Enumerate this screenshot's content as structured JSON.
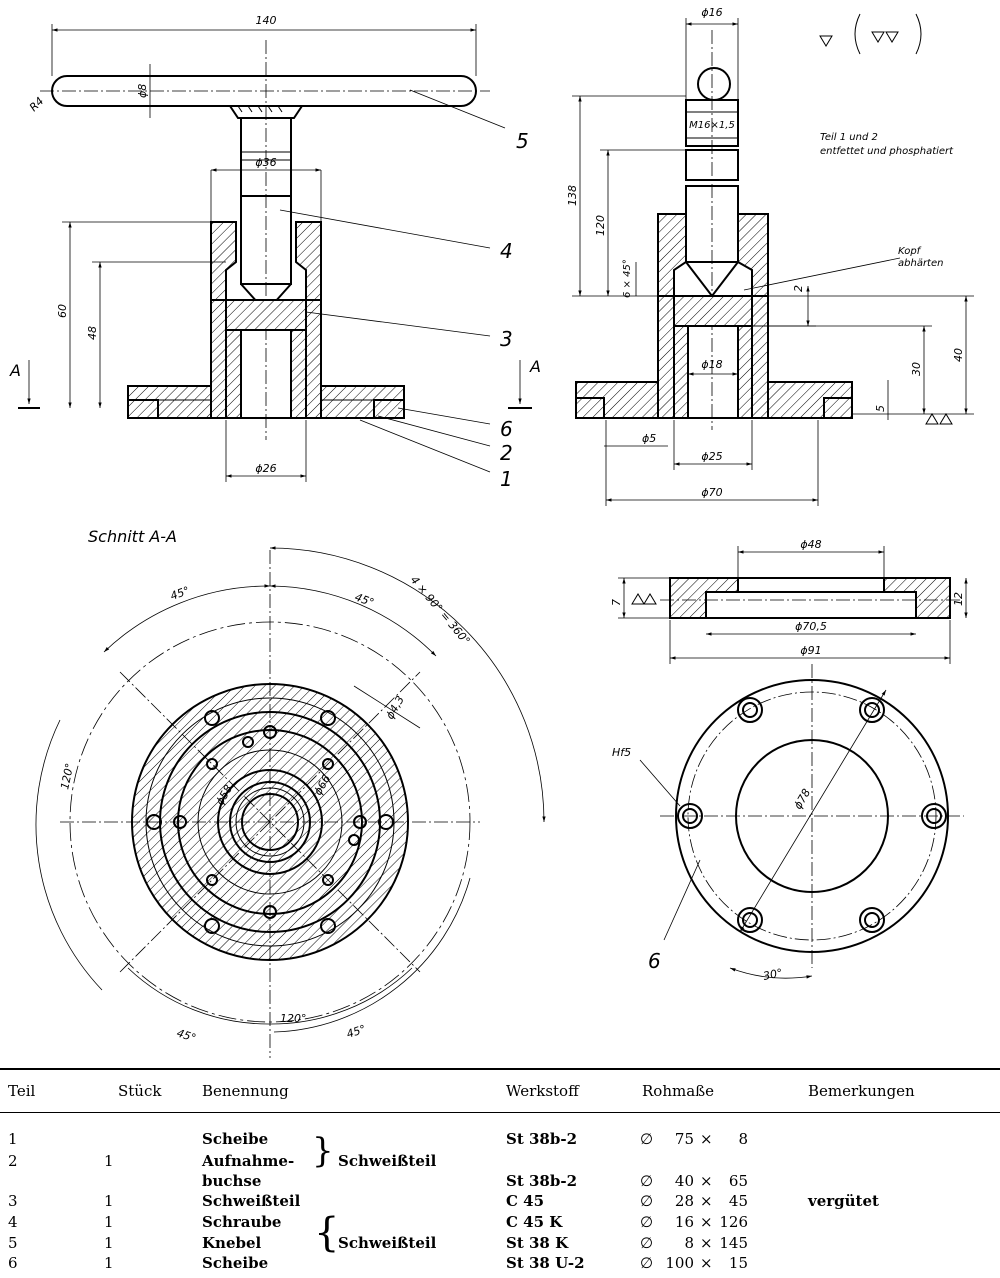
{
  "drawing": {
    "dimensions": {
      "d140": "140",
      "dR4": "R4",
      "dphi8": "ϕ8",
      "dphi36": "ϕ36",
      "d60": "60",
      "d48": "48",
      "dphi26": "ϕ26",
      "dphi16": "ϕ16",
      "dM16": "M16×1,5",
      "d138": "138",
      "d120": "120",
      "d6x45": "6 × 45°",
      "d2": "2",
      "dphi18": "ϕ18",
      "d30": "30",
      "d40": "40",
      "d5": "5",
      "dphi5": "ϕ5",
      "dphi25": "ϕ25",
      "dphi70": "ϕ70",
      "dphi48": "ϕ48",
      "d7": "7",
      "d12": "12",
      "dphi70_5": "ϕ70,5",
      "dphi91": "ϕ91",
      "d45a": "45°",
      "d45b": "45°",
      "d4x90": "4 × 90° = 360°",
      "dphi4_3": "ϕ4,3",
      "d120deg_left": "120°",
      "dphi58": "ϕ58",
      "dphi66": "ϕ66",
      "d45c": "45°",
      "d120deg_bottom": "120°",
      "d45d": "45°",
      "dHf5": "Hf5",
      "dphi78": "ϕ78",
      "d30deg": "30°"
    },
    "positions": {
      "p5": "5",
      "p4": "4",
      "p3": "3",
      "p6": "6",
      "p2": "2",
      "p1": "1",
      "p6b": "6"
    },
    "section_marks": {
      "left": "A",
      "right": "A"
    },
    "section_title": "Schnitt A-A",
    "notes": {
      "finish_line1": "Teil 1 und 2",
      "finish_line2": "entfettet und phosphatiert",
      "hard_line1": "Kopf",
      "hard_line2": "abhärten"
    }
  },
  "parts_list": {
    "headers": {
      "teil": "Teil",
      "stueck": "Stück",
      "benennung": "Benennung",
      "werkstoff": "Werkstoff",
      "rohmasse": "Rohmaße",
      "bemerkungen": "Bemerkungen"
    },
    "rows": [
      {
        "teil": "1",
        "stueck": "",
        "benennung": "Scheibe",
        "werkstoff": "St 38b-2",
        "dia": "75",
        "len": "8",
        "bem": ""
      },
      {
        "teil": "2",
        "stueck": "1",
        "benennung": "Aufnahme-",
        "benennung2": "buchse",
        "werkstoff": "St 38b-2",
        "dia": "40",
        "len": "65",
        "bem": ""
      },
      {
        "teil": "3",
        "stueck": "1",
        "benennung": "Schweißteil",
        "werkstoff": "C 45",
        "dia": "28",
        "len": "45",
        "bem": "vergütet"
      },
      {
        "teil": "4",
        "stueck": "1",
        "benennung": "Schraube",
        "werkstoff": "C 45 K",
        "dia": "16",
        "len": "126",
        "bem": ""
      },
      {
        "teil": "5",
        "stueck": "1",
        "benennung": "Knebel",
        "werkstoff": "St 38 K",
        "dia": "8",
        "len": "145",
        "bem": ""
      },
      {
        "teil": "6",
        "stueck": "1",
        "benennung": "Scheibe",
        "werkstoff": "St 38 U-2",
        "dia": "100",
        "len": "15",
        "bem": ""
      }
    ],
    "group_labels": {
      "upper": "Schweißteil",
      "lower": "Schweißteil"
    },
    "symbols": {
      "diameter": "∅",
      "times": "×"
    }
  }
}
